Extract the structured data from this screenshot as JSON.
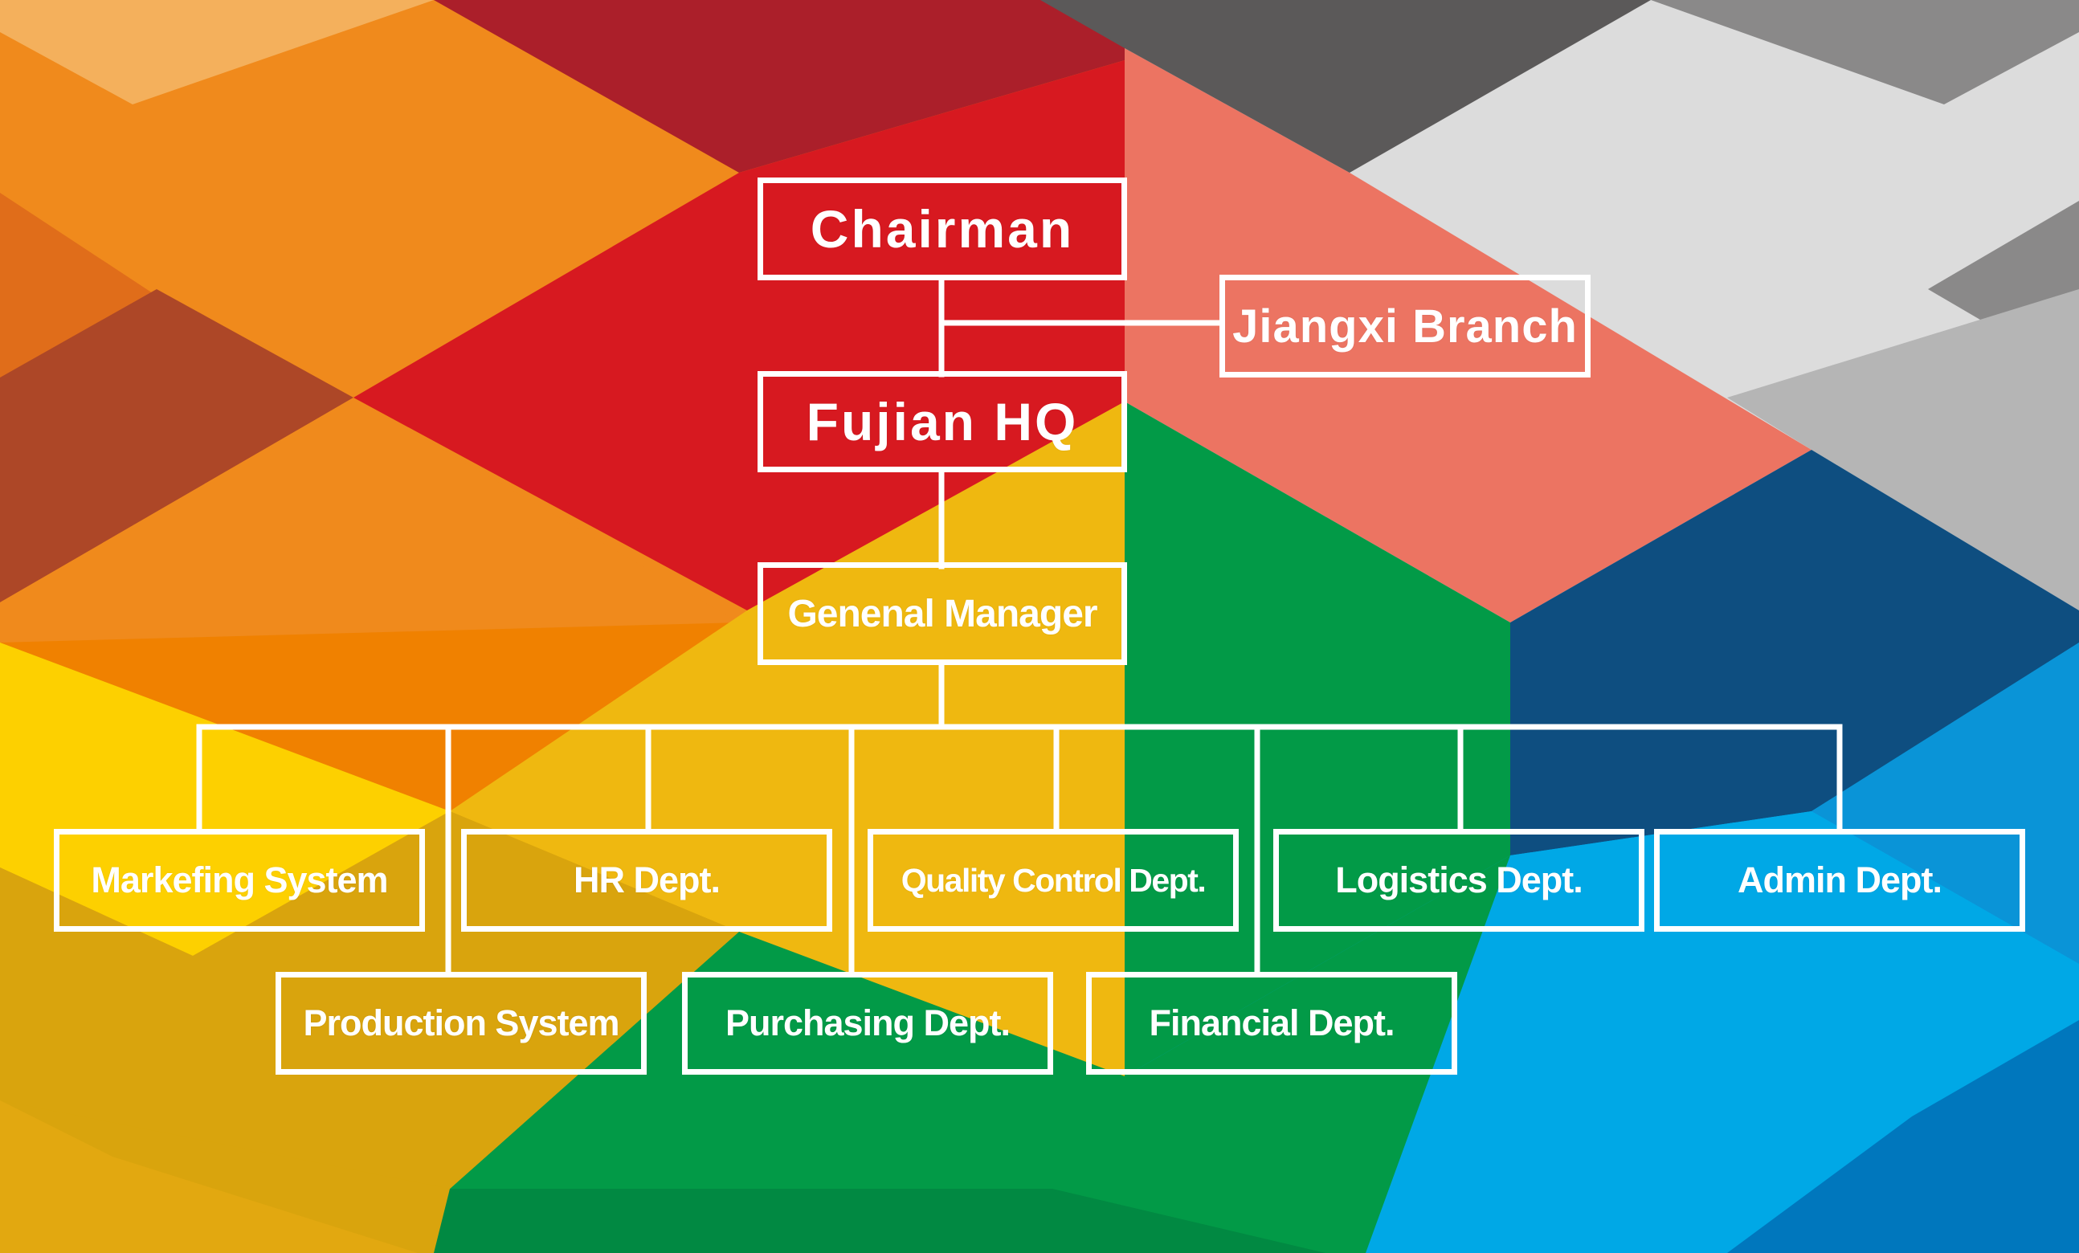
{
  "diagram": {
    "type": "org-chart",
    "nodes": {
      "chairman": "Chairman",
      "jiangxi_branch": "Jiangxi Branch",
      "fujian_hq": "Fujian HQ",
      "general_manager": "Genenal Manager",
      "departments_top_row": [
        "Markefing System",
        "HR Dept.",
        "Quality Control Dept.",
        "Logistics Dept.",
        "Admin Dept."
      ],
      "departments_bottom_row": [
        "Production System",
        "Purchasing Dept.",
        "Financial Dept."
      ]
    },
    "edges": [
      [
        "Chairman",
        "Fujian HQ"
      ],
      [
        "Chairman",
        "Jiangxi Branch"
      ],
      [
        "Fujian HQ",
        "Genenal Manager"
      ],
      [
        "Genenal Manager",
        "Markefing System"
      ],
      [
        "Genenal Manager",
        "Production System"
      ],
      [
        "Genenal Manager",
        "HR Dept."
      ],
      [
        "Genenal Manager",
        "Purchasing Dept."
      ],
      [
        "Genenal Manager",
        "Quality Control Dept."
      ],
      [
        "Genenal Manager",
        "Financial Dept."
      ],
      [
        "Genenal Manager",
        "Logistics Dept."
      ],
      [
        "Genenal Manager",
        "Admin Dept."
      ]
    ]
  },
  "colors": {
    "line": "#ffffff",
    "orange": "#f08a1c",
    "red": "#d71920",
    "salmon": "#ec7462",
    "gray": "#5b5959",
    "light_gray": "#dcdcdc",
    "yellow": "#efb810",
    "green": "#029a47",
    "navy": "#0e4e80",
    "blue": "#0096d9"
  }
}
